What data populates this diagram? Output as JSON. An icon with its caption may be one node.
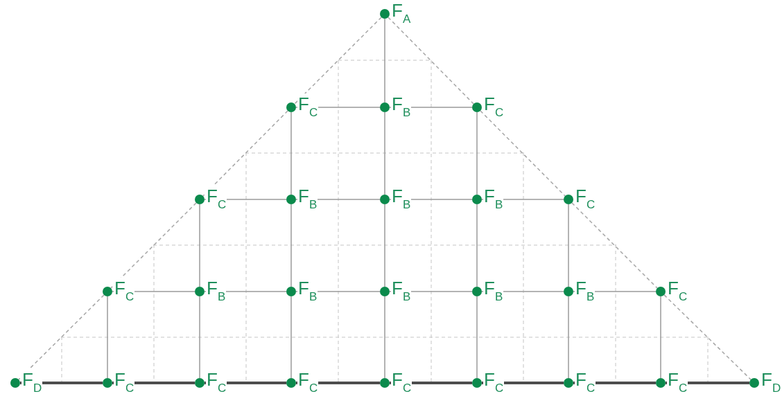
{
  "diagram": {
    "nodes": [
      {
        "text": [
          "F$_{A}$"
        ]
      },
      {
        "text": [
          "F$_{C}$"
        ]
      },
      {
        "text": [
          "F$_{B}$"
        ]
      },
      {
        "text": [
          "F$_{C}$"
        ]
      },
      {
        "text": [
          "F$_{C}$"
        ]
      },
      {
        "text": [
          "F$_{B}$"
        ]
      },
      {
        "text": [
          "F$_{B}$"
        ]
      },
      {
        "text": [
          "F$_{B}$"
        ]
      },
      {
        "text": [
          "F$_{C}$"
        ]
      },
      {
        "text": [
          "F$_{C}$"
        ]
      },
      {
        "text": [
          "F$_{B}$"
        ]
      },
      {
        "text": [
          "F$_{B}$"
        ]
      },
      {
        "text": [
          "F$_{B}$"
        ]
      },
      {
        "text": [
          "F$_{B}$"
        ]
      },
      {
        "text": [
          "F$_{B}$"
        ]
      },
      {
        "text": [
          "F$_{C}$"
        ]
      },
      {
        "text": [
          "F$_{D}$"
        ]
      },
      {
        "text": [
          "F$_{C}$"
        ]
      },
      {
        "text": [
          "F$_{C}$"
        ]
      },
      {
        "text": [
          "F$_{C}$"
        ]
      },
      {
        "text": [
          "F$_{C}$"
        ]
      },
      {
        "text": [
          "F$_{C}$"
        ]
      },
      {
        "text": [
          "F$_{C}$"
        ]
      },
      {
        "text": [
          "F$_{C}$"
        ]
      },
      {
        "text": [
          "F$_{D}$"
        ]
      }
    ],
    "edges": [
      {
        "from": 0,
        "to": 1,
        "arrow": "none",
        "style": "dashed"
      },
      {
        "from": 1,
        "to": 4,
        "arrow": "none",
        "style": "dashed"
      },
      {
        "from": 4,
        "to": 9,
        "arrow": "none",
        "style": "dashed"
      },
      {
        "from": 9,
        "to": 16,
        "arrow": "none",
        "style": "dashed"
      },
      {
        "from": 0,
        "to": 3,
        "arrow": "none",
        "style": "dashed"
      },
      {
        "from": 3,
        "to": 8,
        "arrow": "none",
        "style": "dashed"
      },
      {
        "from": 8,
        "to": 15,
        "arrow": "none",
        "style": "dashed"
      },
      {
        "from": 15,
        "to": 24,
        "arrow": "none",
        "style": "dashed"
      },
      {
        "from": 0,
        "to": 2,
        "arrow": "none"
      },
      {
        "from": 2,
        "to": 6,
        "arrow": "none"
      },
      {
        "from": 6,
        "to": 12,
        "arrow": "none"
      },
      {
        "from": 12,
        "to": 20,
        "arrow": "none"
      },
      {
        "from": 1,
        "to": 2,
        "arrow": "none"
      },
      {
        "from": 2,
        "to": 3,
        "arrow": "none"
      },
      {
        "from": 1,
        "to": 5,
        "arrow": "none"
      },
      {
        "from": 5,
        "to": 11,
        "arrow": "none"
      },
      {
        "from": 11,
        "to": 19,
        "arrow": "none"
      },
      {
        "from": 3,
        "to": 7,
        "arrow": "none"
      },
      {
        "from": 7,
        "to": 13,
        "arrow": "none"
      },
      {
        "from": 13,
        "to": 21,
        "arrow": "none"
      },
      {
        "from": 4,
        "to": 5,
        "arrow": "none"
      },
      {
        "from": 5,
        "to": 6,
        "arrow": "none"
      },
      {
        "from": 6,
        "to": 7,
        "arrow": "none"
      },
      {
        "from": 7,
        "to": 8,
        "arrow": "none"
      },
      {
        "from": 4,
        "to": 10,
        "arrow": "none"
      },
      {
        "from": 10,
        "to": 18,
        "arrow": "none"
      },
      {
        "from": 8,
        "to": 14,
        "arrow": "none"
      },
      {
        "from": 14,
        "to": 22,
        "arrow": "none"
      },
      {
        "from": 9,
        "to": 10,
        "arrow": "none"
      },
      {
        "from": 10,
        "to": 11,
        "arrow": "none"
      },
      {
        "from": 11,
        "to": 12,
        "arrow": "none"
      },
      {
        "from": 12,
        "to": 13,
        "arrow": "none"
      },
      {
        "from": 13,
        "to": 14,
        "arrow": "none"
      },
      {
        "from": 14,
        "to": 15,
        "arrow": "none"
      },
      {
        "from": 9,
        "to": 17,
        "arrow": "none"
      },
      {
        "from": 15,
        "to": 23,
        "arrow": "none"
      },
      {
        "from": 16,
        "to": 17,
        "arrow": "none",
        "style": "thick",
        "color": "#4d4d4d"
      },
      {
        "from": 17,
        "to": 18,
        "arrow": "none",
        "style": "thick",
        "color": "#4d4d4d"
      },
      {
        "from": 18,
        "to": 19,
        "arrow": "none",
        "style": "thick",
        "color": "#4d4d4d"
      },
      {
        "from": 19,
        "to": 20,
        "arrow": "none",
        "style": "thick",
        "color": "#4d4d4d"
      },
      {
        "from": 20,
        "to": 21,
        "arrow": "none",
        "style": "thick",
        "color": "#4d4d4d"
      },
      {
        "from": 21,
        "to": 22,
        "arrow": "none",
        "style": "thick",
        "color": "#4d4d4d"
      },
      {
        "from": 22,
        "to": 23,
        "arrow": "none",
        "style": "thick",
        "color": "#4d4d4d"
      },
      {
        "from": 23,
        "to": 24,
        "arrow": "none",
        "style": "thick",
        "color": "#4d4d4d"
      }
    ]
  }
}
